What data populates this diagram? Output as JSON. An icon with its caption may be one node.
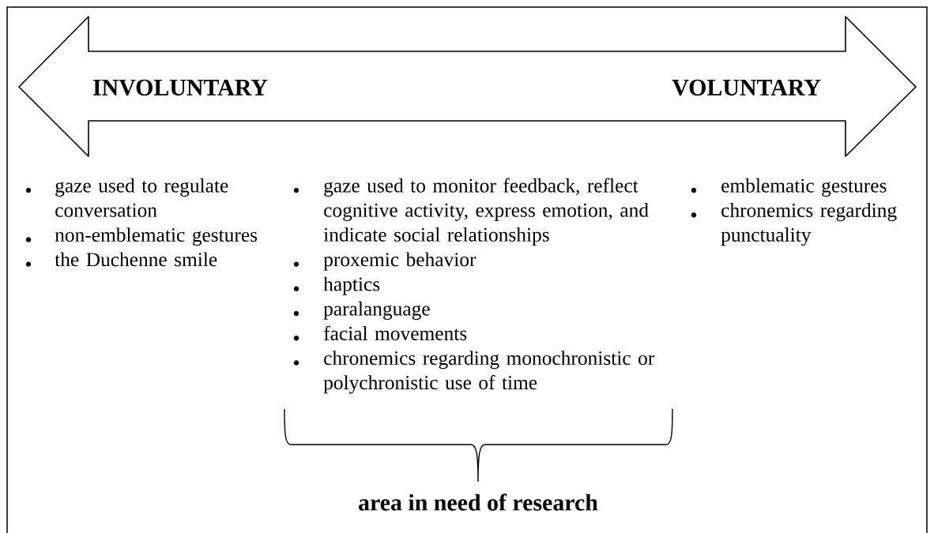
{
  "diagram": {
    "nodes": [
      {
        "text": [
          "INVOLUNTARY",
          "VOLUNTARY"
        ]
      }
    ],
    "edges": [],
    "labels": [
      "gaze used to regulate conversation",
      "non-emblematic gestures",
      "the Duchenne smile",
      "gaze used to monitor feedback, reflect cognitive activity, express emotion, and indicate social relationships",
      "proxemic behavior",
      "haptics",
      "paralanguage",
      "facial movements",
      "chronemics regarding monochronistic or polychronistic use of time",
      "emblematic gestures",
      "chronemics regarding punctuality",
      "area in need of research"
    ]
  }
}
